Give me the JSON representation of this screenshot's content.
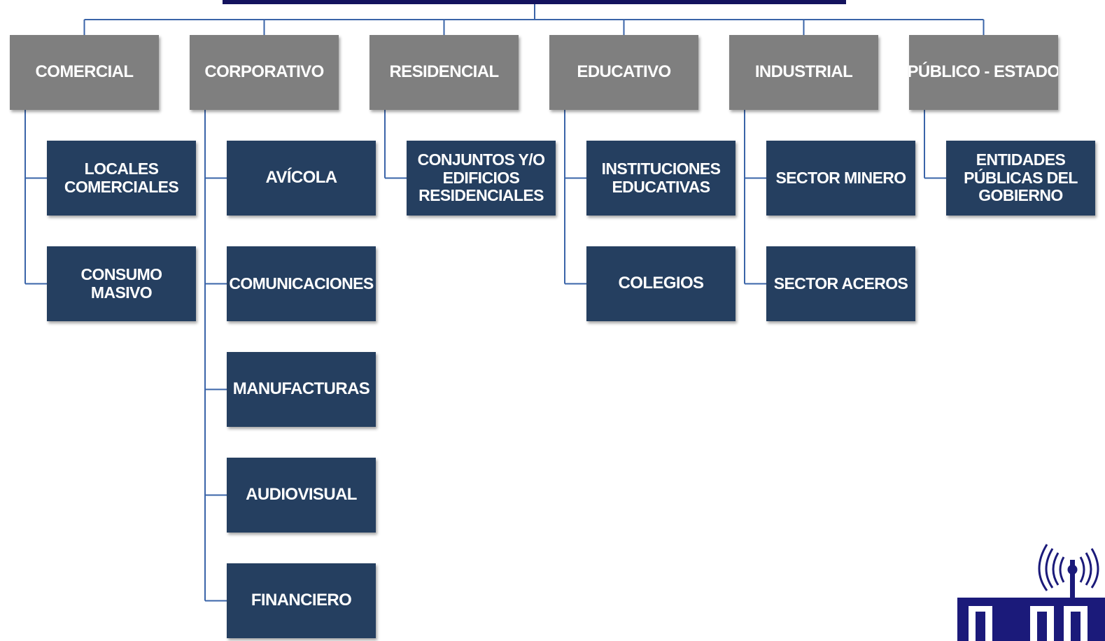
{
  "categories": [
    {
      "label": "COMERCIAL",
      "children": [
        [
          "LOCALES",
          "COMERCIALES"
        ],
        [
          "CONSUMO",
          "MASIVO"
        ]
      ]
    },
    {
      "label": "CORPORATIVO",
      "children": [
        [
          "AVÍCOLA"
        ],
        [
          "COMUNICACIONES"
        ],
        [
          "MANUFACTURAS"
        ],
        [
          "AUDIOVISUAL"
        ],
        [
          "FINANCIERO"
        ]
      ]
    },
    {
      "label": "RESIDENCIAL",
      "children": [
        [
          "CONJUNTOS Y/O",
          "EDIFICIOS",
          "RESIDENCIALES"
        ]
      ]
    },
    {
      "label": "EDUCATIVO",
      "children": [
        [
          "INSTITUCIONES",
          "EDUCATIVAS"
        ],
        [
          "COLEGIOS"
        ]
      ]
    },
    {
      "label": "INDUSTRIAL",
      "children": [
        [
          "SECTOR MINERO"
        ],
        [
          "SECTOR ACEROS"
        ]
      ]
    },
    {
      "label": "PÚBLICO - ESTADO",
      "children": [
        [
          "ENTIDADES",
          "PÚBLICAS DEL",
          "GOBIERNO"
        ]
      ]
    }
  ],
  "colors": {
    "category_fill": "#7f7f7f",
    "child_fill": "#253f60",
    "connector": "#3a64a8",
    "top_bar": "#14135e",
    "logo": "#1b1a7a"
  },
  "logo": {
    "icon": "antenna-logo-icon"
  }
}
